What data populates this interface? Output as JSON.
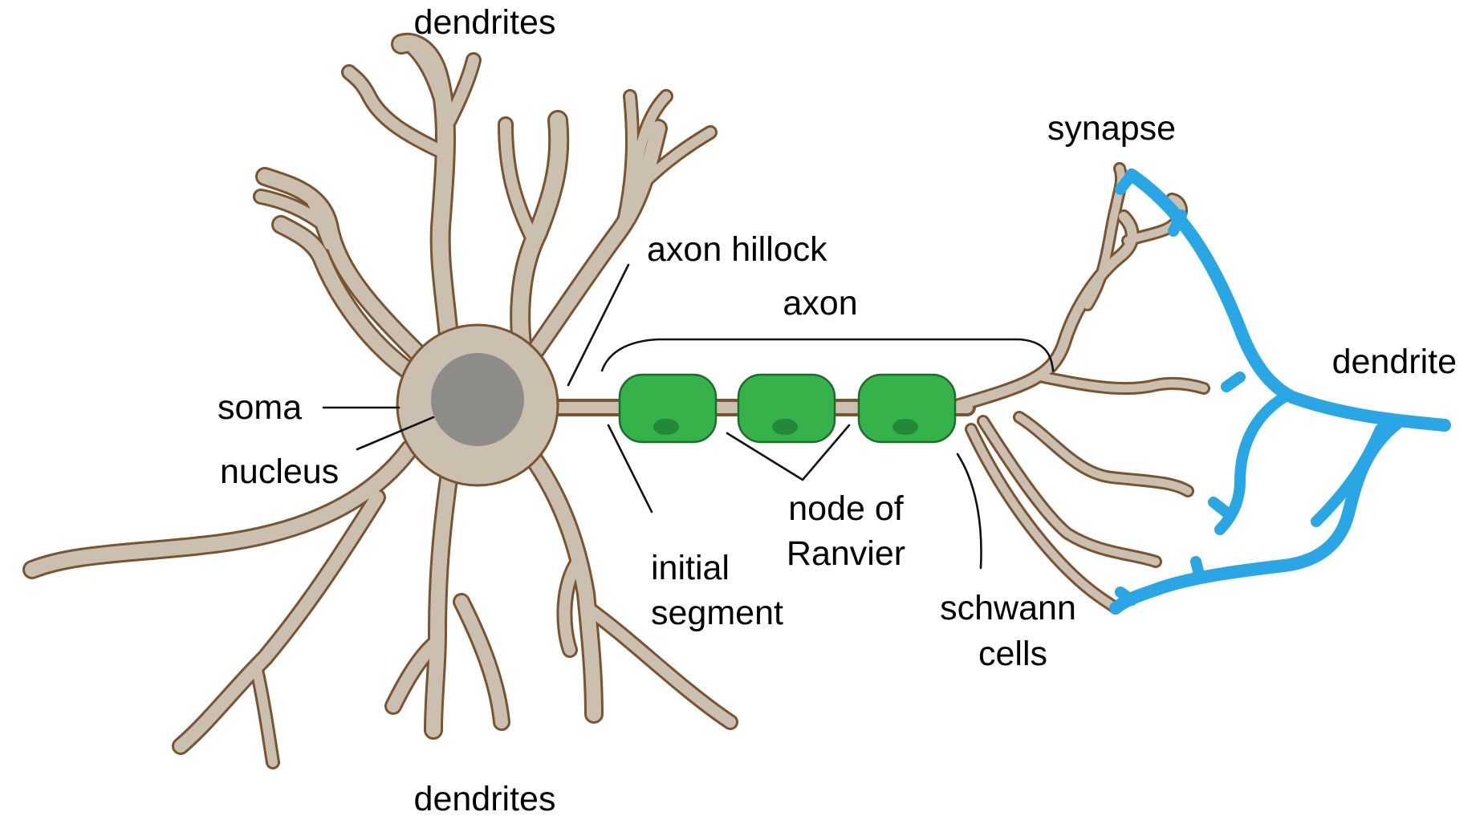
{
  "diagram": {
    "colors": {
      "neuron_fill": "#cbbfb0",
      "neuron_outline": "#7a5330",
      "nucleus_fill": "#8e8c89",
      "schwann_fill": "#36b24a",
      "schwann_outline": "#1e6b2a",
      "schwann_nucleus": "#24883a",
      "target_dendrite": "#29a6e3",
      "label_text": "#000000",
      "leader_line": "#111111"
    },
    "labels": {
      "dendrites_top": "dendrites",
      "dendrites_bottom": "dendrites",
      "soma": "soma",
      "nucleus": "nucleus",
      "axon_hillock": "axon hillock",
      "axon": "axon",
      "node_of_ranvier_line1": "node of",
      "node_of_ranvier_line2": "Ranvier",
      "initial_segment_line1": "initial",
      "initial_segment_line2": "segment",
      "schwann_cells_line1": "schwann",
      "schwann_cells_line2": "cells",
      "synapse": "synapse",
      "dendrite": "dendrite"
    }
  }
}
